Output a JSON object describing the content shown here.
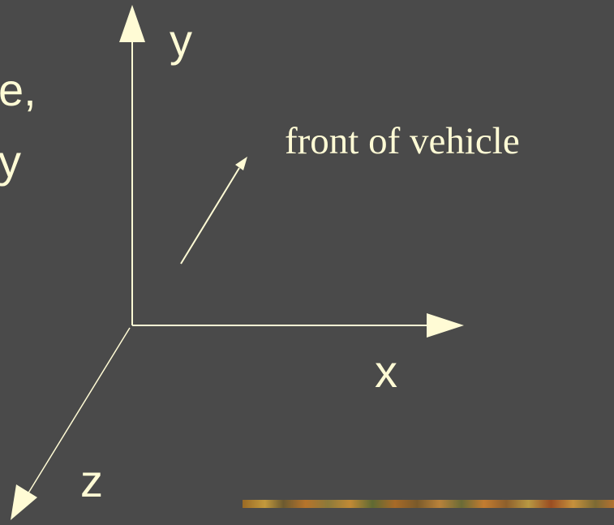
{
  "slide": {
    "text_fragments": [
      "",
      "e,",
      "y"
    ]
  },
  "axes": {
    "y_label": "y",
    "x_label": "x",
    "z_label": "z",
    "annotation": "front of vehicle"
  },
  "colors": {
    "background": "#4a4a4a",
    "foreground": "#fffbd5"
  }
}
